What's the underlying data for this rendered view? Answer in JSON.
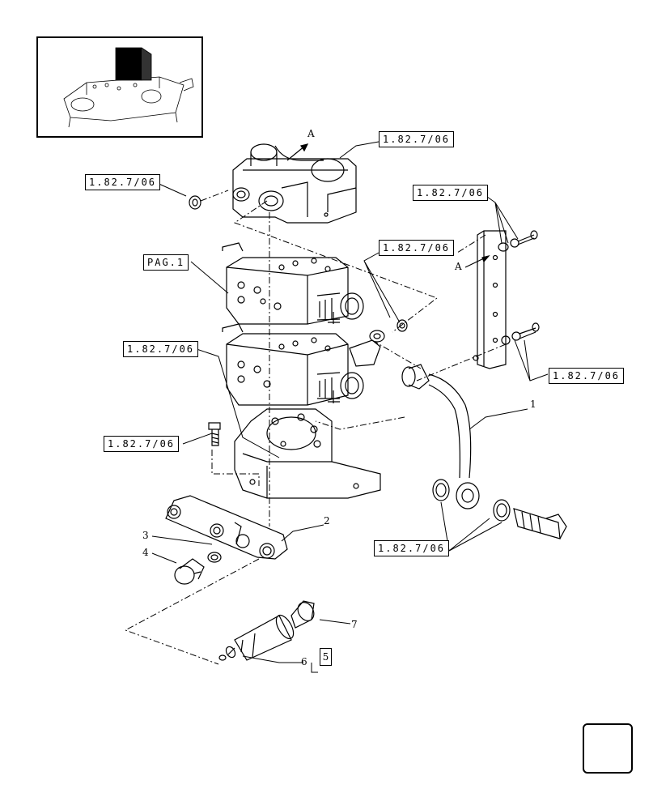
{
  "refs": {
    "r1": "1.82.7/06",
    "r2": "1.82.7/06",
    "r3": "1.82.7/06",
    "r4": "1.82.7/06",
    "r5": "1.82.7/06",
    "r6": "1.82.7/06",
    "r7": "1.82.7/06",
    "r8": "1.82.7/06",
    "pag": "PAG.1"
  },
  "parts": {
    "p1": "1",
    "p2": "2",
    "p3": "3",
    "p4": "4",
    "p6": "6",
    "p7": "7",
    "group": "5"
  },
  "letters": {
    "a_top": "A",
    "a_right": "A"
  },
  "icons": {
    "thumbnail": "tractor-hydraulic-lift-thumbnail",
    "navigation": "next-page-arrow-icon"
  }
}
